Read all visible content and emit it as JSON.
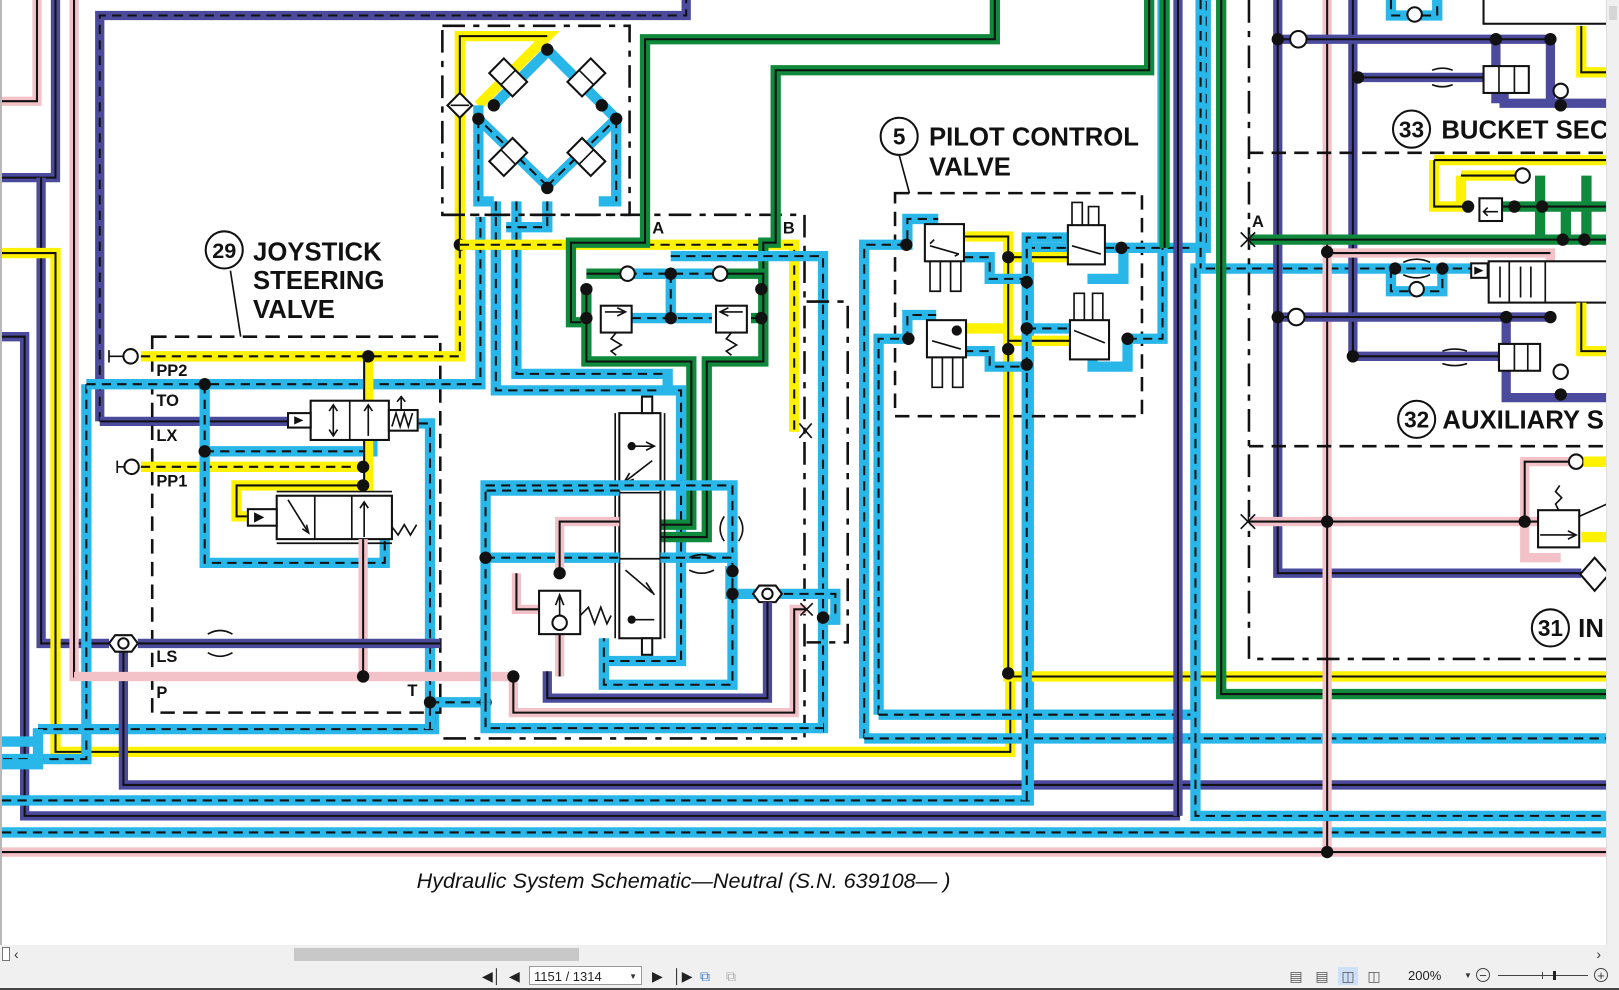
{
  "document": {
    "caption": "Hydraulic System Schematic—Neutral (S.N. 639108— )",
    "components": [
      {
        "number": "29",
        "name_lines": [
          "JOYSTICK",
          "STEERING",
          "VALVE"
        ]
      },
      {
        "number": "5",
        "name_lines": [
          "PILOT CONTROL",
          "VALVE"
        ]
      },
      {
        "number": "33",
        "name_lines": [
          "BUCKET SEC"
        ]
      },
      {
        "number": "32",
        "name_lines": [
          "AUXILIARY S"
        ]
      },
      {
        "number": "31",
        "name_lines": [
          "IN"
        ]
      }
    ],
    "port_labels": {
      "pp2": "PP2",
      "to": "TO",
      "lx": "LX",
      "pp1": "PP1",
      "ls": "LS",
      "p": "P",
      "t": "T",
      "a": "A",
      "b": "B",
      "a_right": "A"
    },
    "line_colors": {
      "pressure_yellow": "#fff200",
      "pilot_cyan": "#29b6e8",
      "return_navy": "#4b4a9c",
      "load_sense_pink": "#f2c2c8",
      "work_green": "#0f8a3c"
    }
  },
  "toolbar": {
    "first_page": "first-page",
    "prev_page": "previous-page",
    "page_indicator": "1151 / 1314",
    "next_page": "next-page",
    "last_page": "last-page",
    "zoom_level": "200%",
    "zoom_value_percent": 200
  }
}
